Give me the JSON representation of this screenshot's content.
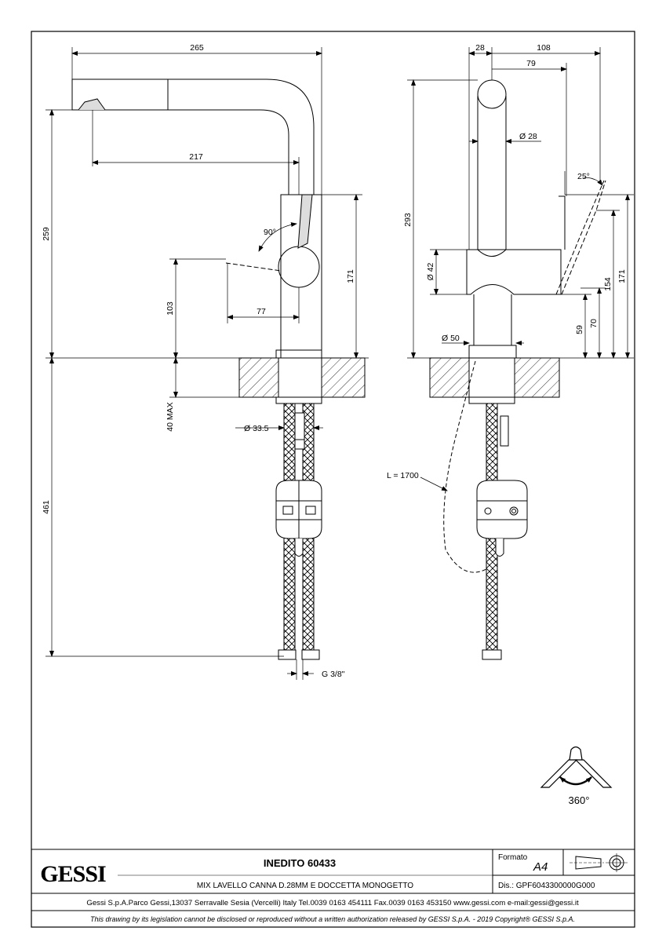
{
  "dimensions": {
    "left": {
      "d265": "265",
      "d217": "217",
      "d259": "259",
      "d90": "90°",
      "d171": "171",
      "d103": "103",
      "d77": "77",
      "d40max": "40 MAX",
      "d33_5": "Ø 33.5",
      "d461": "461",
      "dG38": "G 3/8\""
    },
    "right": {
      "d28": "28",
      "d108": "108",
      "d79": "79",
      "d28dia": "Ø 28",
      "d25": "25°",
      "d293": "293",
      "d42": "Ø 42",
      "d154": "154",
      "d171": "171",
      "d59": "59",
      "d70": "70",
      "d50": "Ø 50",
      "dL": "L = 1700"
    },
    "rotation": "360°"
  },
  "title_block": {
    "logo": "GESSI",
    "product_name": "INEDITO 60433",
    "description": "MIX LAVELLO CANNA D.28MM E DOCCETTA MONOGETTO",
    "format_label": "Formato",
    "format_value": "A4",
    "drawing_number": "Dis.: GPF6043300000G000",
    "company_info": "Gessi S.p.A.Parco Gessi,13037 Serravalle Sesia (Vercelli) Italy Tel.0039 0163 454111 Fax.0039 0163 453150 www.gessi.com e-mail:gessi@gessi.it",
    "copyright": "This drawing by its legislation cannot be disclosed or reproduced without a written authorization released by GESSI S.p.A. - 2019 Copyright® GESSI S.p.A."
  }
}
